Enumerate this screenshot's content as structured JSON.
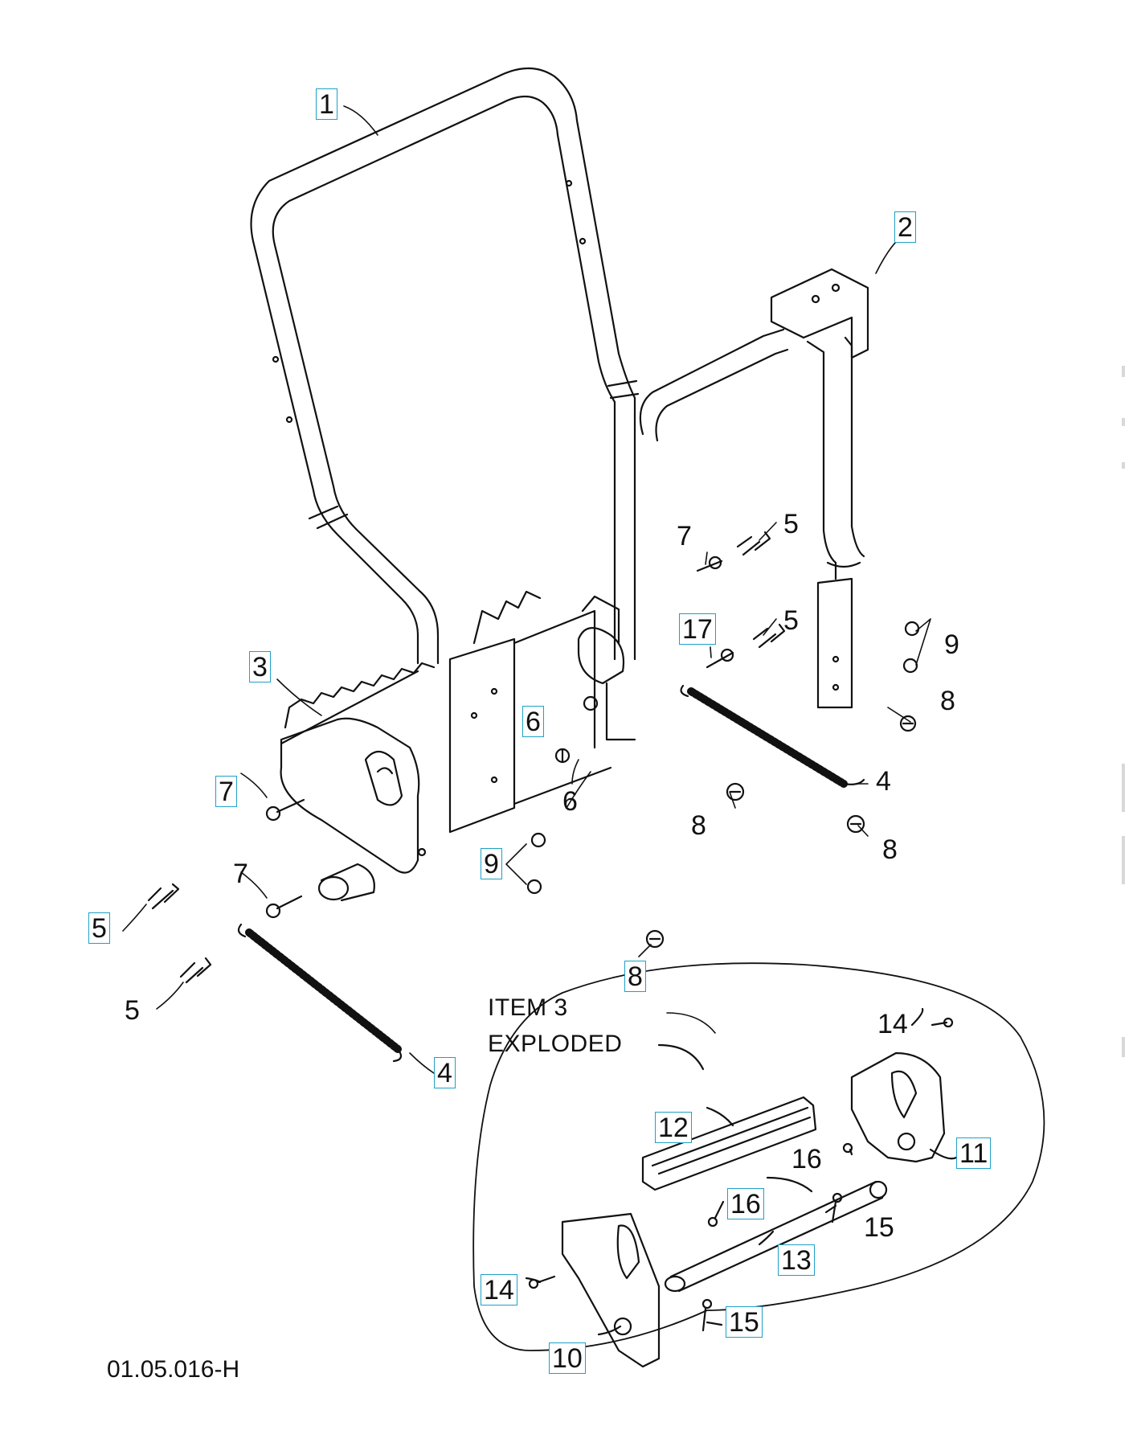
{
  "drawing_code": "01.05.016-H",
  "exploded_caption": [
    "ITEM 3",
    "EXPLODED"
  ],
  "callouts": {
    "c1": "1",
    "c2": "2",
    "c3": "3",
    "c4a": "4",
    "c4b": "4",
    "c5a": "5",
    "c5b": "5",
    "c5c": "5",
    "c5d": "5",
    "c6a": "6",
    "c6b": "6",
    "c7a": "7",
    "c7b": "7",
    "c7c": "7",
    "c8a": "8",
    "c8b": "8",
    "c8c": "8",
    "c8d": "8",
    "c9a": "9",
    "c9b": "9",
    "c10": "10",
    "c11": "11",
    "c12": "12",
    "c13": "13",
    "c14a": "14",
    "c14b": "14",
    "c15a": "15",
    "c15b": "15",
    "c16a": "16",
    "c16b": "16",
    "c17": "17"
  }
}
